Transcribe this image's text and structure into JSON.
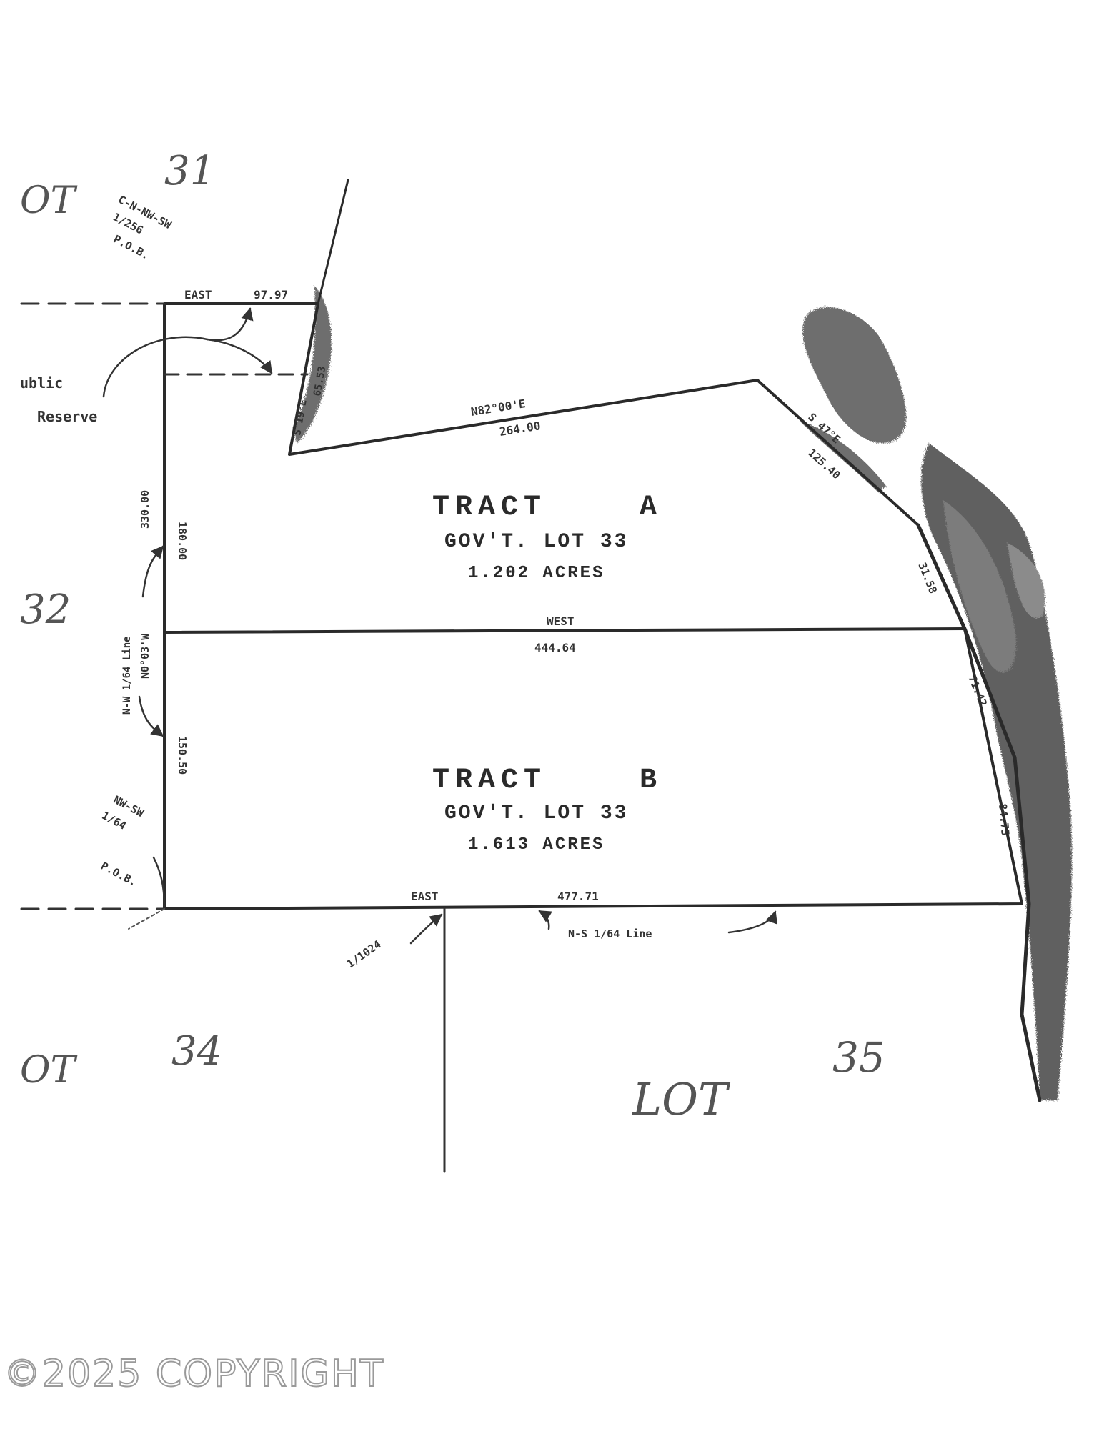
{
  "lots": {
    "lot31_partial": "OT",
    "lot31_number": "31",
    "lot32_number": "32",
    "lot34_partial": "OT",
    "lot34_number": "34",
    "lot35_word": "LOT",
    "lot35_number": "35"
  },
  "corners": {
    "north_line1": "C-N-NW-SW",
    "north_line2": "1/256",
    "north_line3": "P.O.B.",
    "south_line1": "NW-SW",
    "south_line2": "1/64",
    "south_line3": "P.O.B."
  },
  "public_reserve": {
    "line1": "ublic",
    "line2": "Reserve"
  },
  "bearings": {
    "north_east": "EAST",
    "north_dist": "97.97",
    "notch_bearing": "S 19°E",
    "notch_dist": "65.53",
    "ne_bearing": "N82°00'E",
    "ne_dist": "264.00",
    "se_bearing": "S 47°E",
    "se_dist": "125.40",
    "west_bearing": "WEST",
    "west_dist": "444.64",
    "east_seg1": "31.58",
    "east_seg2": "71.42",
    "east_seg3": "84.75",
    "south_east": "EAST",
    "south_dist": "477.71",
    "west_total": "330.00",
    "west_upper": "180.00",
    "west_lower": "150.50",
    "west_bearing_line": "N0°03'W",
    "west_64": "N-W 1/64 Line",
    "south_1024": "1/1024",
    "south_64": "N-S 1/64 Line"
  },
  "tract_a": {
    "title_word": "TRACT",
    "title_letter": "A",
    "lot": "GOV'T. LOT 33",
    "acres": "1.202  ACRES"
  },
  "tract_b": {
    "title_word": "TRACT",
    "title_letter": "B",
    "lot": "GOV'T. LOT 33",
    "acres": "1.613  ACRES"
  },
  "watermark": "©2025 COPYRIGHT",
  "colors": {
    "ink": "#2a2a2a",
    "shore": "#3a3a3a",
    "watermark": "#9a9a9a"
  }
}
